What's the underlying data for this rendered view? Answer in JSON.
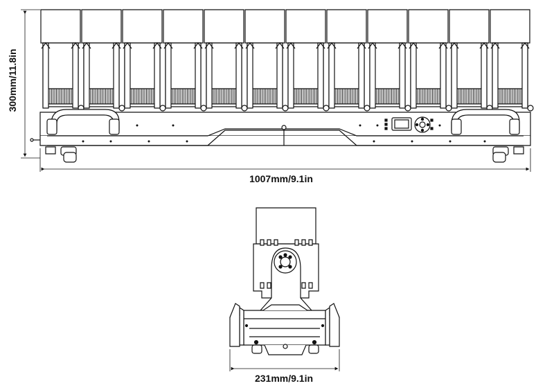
{
  "dimensions": {
    "width": "1007mm/9.1in",
    "height": "300mm/11.8in",
    "depth": "231mm/9.1in"
  },
  "front_view": {
    "fixture_count": 12
  },
  "colors": {
    "line": "#111111",
    "fill": "#ffffff"
  }
}
